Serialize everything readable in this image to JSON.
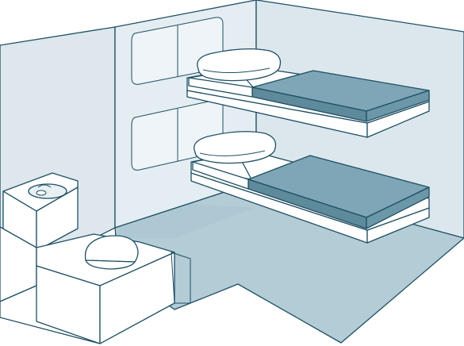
{
  "scene": {
    "subject": "prison-cell-isometric",
    "colors": {
      "wall_light": "#e3ecf1",
      "wall_shade": "#dbe6ec",
      "floor": "#b3ccd6",
      "mattress": "#7ea6b6",
      "mattress_side": "#5e8a9b",
      "outline": "#1f4f63",
      "white": "#ffffff"
    },
    "icons": [
      "bunk-bed-upper",
      "bunk-bed-lower",
      "pillow-icon",
      "toilet-icon",
      "sink-icon",
      "window-panel-icon"
    ]
  }
}
